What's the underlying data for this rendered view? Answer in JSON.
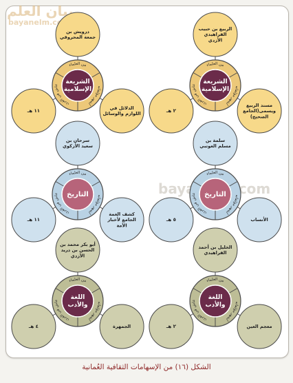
{
  "watermark": {
    "arabic": "بيان العلم",
    "url": "bayanelm.com",
    "middle": "bayanelm.com"
  },
  "caption": "الشكل (١٦) من الإسهامات الثقافية العُمانية",
  "ring_labels": {
    "top": "من العلماء",
    "right": "أشهر مؤلفاته",
    "left": "عاش في القرن"
  },
  "colors": {
    "shariah_core": "#6b2b4a",
    "shariah_node": "#f7d98a",
    "shariah_ring": "#ecc879",
    "history_core": "#b7647a",
    "history_node": "#cfe1ee",
    "history_ring": "#b9d2e4",
    "lang_core": "#6b2b4a",
    "lang_node": "#cfcfae",
    "lang_ring": "#bdbd96",
    "stroke": "#4a4a4a"
  },
  "diagrams": [
    {
      "id": "shariah-left",
      "theme": "shariah",
      "core": [
        "الشريعة",
        "الإسلامية"
      ],
      "scholar": [
        "درويش بن",
        "جمعة المحروقي"
      ],
      "book": [
        "الدلائل في",
        "اللوازم والوسائل"
      ],
      "century": "١١ هـ"
    },
    {
      "id": "shariah-right",
      "theme": "shariah",
      "core": [
        "الشريعة",
        "الإسلامية"
      ],
      "scholar": [
        "الربيع بن حبيب",
        "الفراهيدي",
        "الأزدي"
      ],
      "book": [
        "مسند الربيع",
        "ويسمى(الجامع",
        "الصحيح)"
      ],
      "century": "٢ هـ"
    },
    {
      "id": "history-left",
      "theme": "history",
      "core": [
        "التاريخ"
      ],
      "scholar": [
        "سرحان بن",
        "سعيد الأزكوي"
      ],
      "book": [
        "كشف الغمة",
        "الجامع لأخبار",
        "الأمة"
      ],
      "century": "١١ هـ"
    },
    {
      "id": "history-right",
      "theme": "history",
      "core": [
        "التاريخ"
      ],
      "scholar": [
        "سلمة بن",
        "مسلم العوتبي"
      ],
      "book": [
        "الأنساب"
      ],
      "century": "٥ هـ"
    },
    {
      "id": "lang-left",
      "theme": "lang",
      "core": [
        "اللغة",
        "والأدب"
      ],
      "scholar": [
        "أبو بكر محمد بن",
        "الحسن بن دريد",
        "الأزدي"
      ],
      "book": [
        "الجمهرة"
      ],
      "century": "٤ هـ"
    },
    {
      "id": "lang-right",
      "theme": "lang",
      "core": [
        "اللغة",
        "والأدب"
      ],
      "scholar": [
        "الخليل بن أحمد",
        "الفراهيدي"
      ],
      "book": [
        "معجم العين"
      ],
      "century": "٢ هـ"
    }
  ]
}
